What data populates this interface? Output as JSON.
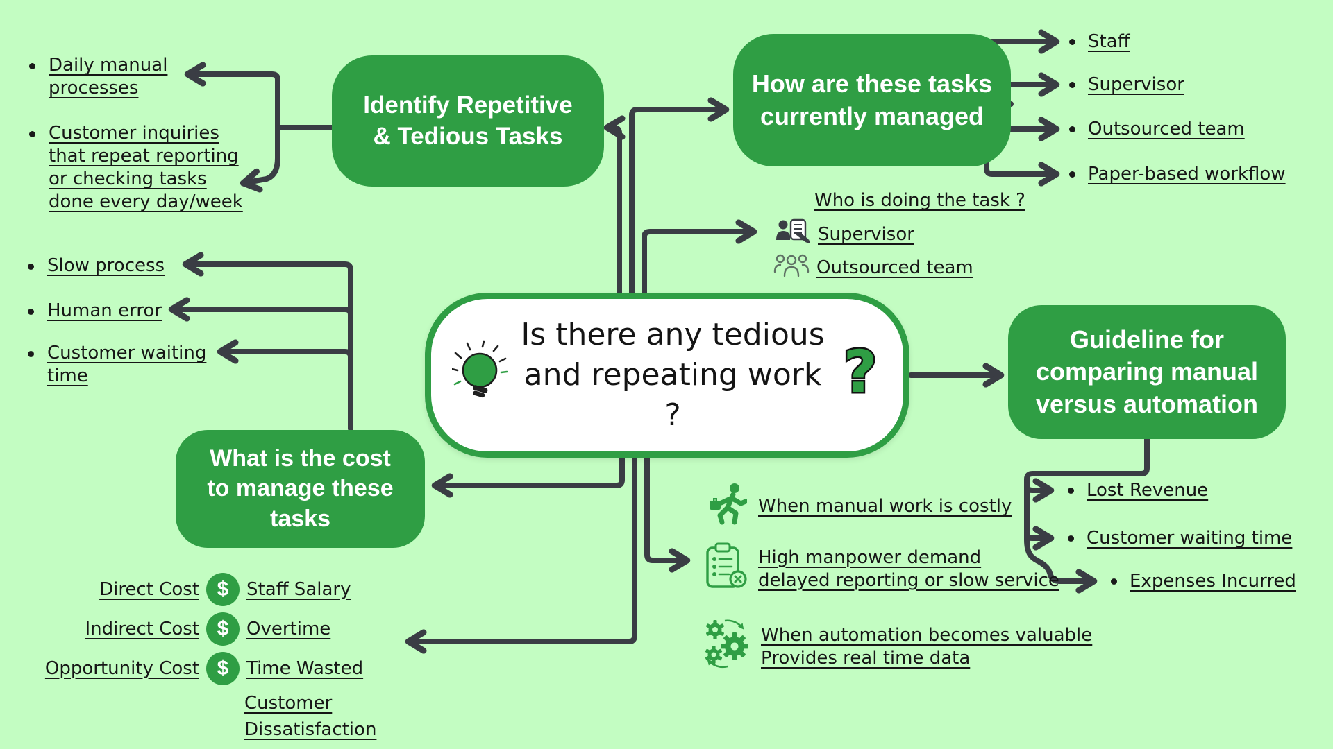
{
  "colors": {
    "background": "#c3fdc2",
    "node_green": "#2f9e44",
    "connector": "#3a3d44",
    "text": "#161616",
    "node_fill": "#ffffff"
  },
  "center_node": {
    "title": "Is there any tedious and repeating work ?",
    "lines": [
      "Is there any tedious",
      "and repeating work ?"
    ]
  },
  "identify_box": {
    "title": "Identify Repetitive & Tedious Tasks",
    "title_lines": [
      "Identify Repetitive",
      "& Tedious Tasks"
    ],
    "items": [
      {
        "lines": [
          "Daily manual",
          "processes"
        ]
      },
      {
        "lines": [
          "Customer inquiries",
          "that repeat reporting",
          "or checking tasks",
          "done every day/week"
        ]
      }
    ]
  },
  "managed_box": {
    "title": "How are these tasks currently managed",
    "title_lines": [
      "How are these tasks",
      "currently managed"
    ],
    "items": [
      "Staff",
      "Supervisor",
      "Outsourced team",
      "Paper-based workflow"
    ]
  },
  "who_section": {
    "title": "Who is doing the task ?",
    "items": [
      {
        "label": "Supervisor",
        "icon": "supervisor-icon"
      },
      {
        "label": "Outsourced team",
        "icon": "team-icon"
      }
    ]
  },
  "cost_box": {
    "title": "What is the cost to manage these tasks",
    "title_lines": [
      "What is the cost",
      "to manage these",
      "tasks"
    ],
    "effects": [
      {
        "lines": [
          "Slow process"
        ]
      },
      {
        "lines": [
          "Human error"
        ]
      },
      {
        "lines": [
          "Customer waiting",
          "time"
        ]
      }
    ],
    "dollar_symbol": "$",
    "rows": [
      {
        "label": "Direct Cost",
        "value": "Staff Salary"
      },
      {
        "label": "Indirect Cost",
        "value": "Overtime"
      },
      {
        "label": "Opportunity Cost",
        "value": "Time Wasted"
      }
    ],
    "extra_lines": [
      "Customer",
      "Dissatisfaction"
    ]
  },
  "guideline_box": {
    "title": "Guideline for comparing manual versus automation",
    "title_lines": [
      "Guideline for",
      "comparing manual",
      "versus automation"
    ],
    "items": [
      "Lost Revenue",
      "Customer waiting time",
      "Expenses Incurred"
    ]
  },
  "when_section": {
    "items": [
      {
        "icon": "running-person-icon",
        "lines": [
          "When manual work is costly"
        ]
      },
      {
        "icon": "clipboard-error-icon",
        "lines": [
          "High manpower demand",
          "delayed reporting or slow service"
        ]
      },
      {
        "icon": "automation-gears-icon",
        "lines": [
          "When automation becomes valuable",
          "Provides real time data"
        ]
      }
    ]
  }
}
